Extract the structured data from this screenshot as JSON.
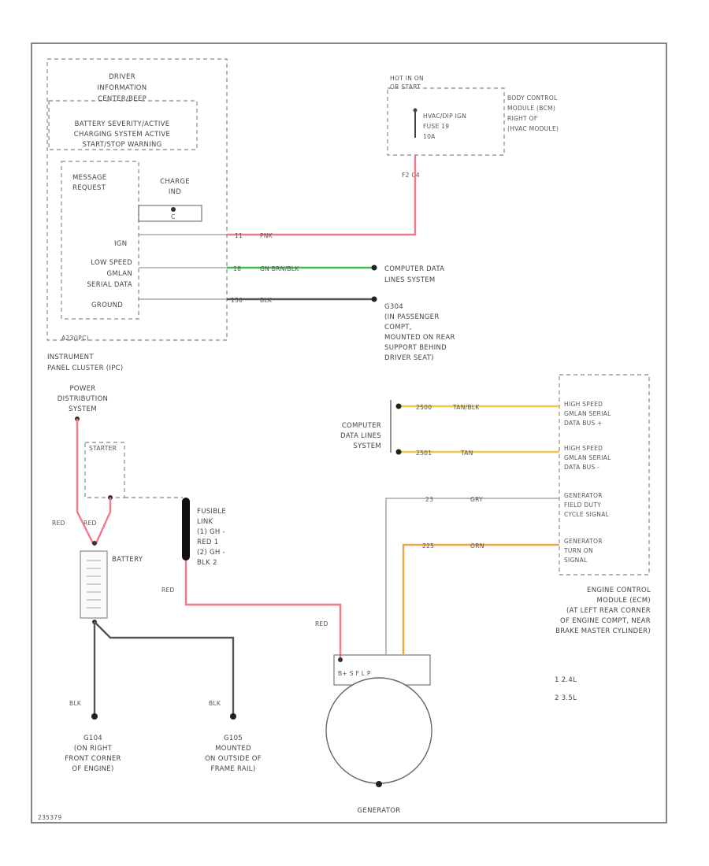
{
  "components": {
    "ipc": {
      "title": [
        "DRIVER",
        "INFORMATION",
        "CENTER/BEEP"
      ],
      "batt_msg": [
        "BATTERY SEVERITY/ACTIVE",
        "CHARGING SYSTEM ACTIVE",
        "START/STOP WARNING"
      ],
      "msg_request": [
        "MESSAGE",
        "REQUEST"
      ],
      "charge_ind": [
        "CHARGE",
        "IND"
      ],
      "ign": "IGN",
      "lsdata": [
        "LOW SPEED",
        "GMLAN",
        "SERIAL DATA"
      ],
      "ground": "GROUND",
      "part": "A23(IPC)",
      "name": [
        "INSTRUMENT",
        "PANEL CLUSTER (IPC)"
      ]
    },
    "fuse": {
      "hot": [
        "HOT IN ON",
        "OR START"
      ],
      "fuse": [
        "HVAC/DIP IGN",
        "FUSE 19",
        "10A"
      ],
      "bcm": [
        "BODY CONTROL",
        "MODULE (BCM)",
        "RIGHT OF",
        "(HVAC MODULE)"
      ],
      "pins": "F2    C4"
    },
    "ground_ipc": [
      "G304",
      "(IN PASSENGER",
      "COMPT,",
      "MOUNTED ON REAR",
      "SUPPORT BEHIND",
      "DRIVER SEAT)"
    ],
    "computer_lines_1": [
      "COMPUTER DATA",
      "LINES SYSTEM"
    ],
    "computer_lines_2": [
      "COMPUTER",
      "DATA LINES",
      "SYSTEM"
    ],
    "pds": [
      "POWER",
      "DISTRIBUTION",
      "SYSTEM"
    ],
    "starter": "STARTER",
    "battery": "BATTERY",
    "fusible": [
      "FUSIBLE",
      "LINK",
      "(1) GH -",
      "RED   1",
      "(2) GH -",
      "BLK   2"
    ],
    "g104": [
      "G104",
      "(ON RIGHT",
      "FRONT CORNER",
      "OF ENGINE)"
    ],
    "g105": [
      "G105",
      "MOUNTED",
      "ON OUTSIDE OF",
      "FRAME RAIL)"
    ],
    "generator": "GENERATOR",
    "gen_terms": "B+     S  F  L  P",
    "ecm_pins": [
      [
        "HIGH SPEED",
        "GMLAN SERIAL",
        "DATA BUS +"
      ],
      [
        "HIGH SPEED",
        "GMLAN SERIAL",
        "DATA BUS -"
      ],
      [
        "GENERATOR",
        "FIELD DUTY",
        "CYCLE SIGNAL"
      ],
      [
        "GENERATOR",
        "TURN ON",
        "SIGNAL"
      ]
    ],
    "ecm": [
      "ENGINE CONTROL",
      "MODULE (ECM)",
      "(AT LEFT REAR CORNER",
      "OF ENGINE COMPT, NEAR",
      "BRAKE MASTER CYLINDER)"
    ],
    "legend": [
      "1  2.4L",
      "2  3.5L"
    ],
    "doc_id": "235379"
  },
  "wires": {
    "pnk": "PNK",
    "gn_brn": "GN BRN/BLK",
    "blk": "BLK",
    "tan_blk": "TAN/BLK",
    "tan": "TAN",
    "gry": "GRY",
    "orn": "ORN",
    "red": "RED",
    "ckt_pnk": "11",
    "ckt_gn": "18",
    "ckt_blk": "150",
    "ckt_hs1": "2500",
    "ckt_hs2": "2501",
    "ckt_gry": "23",
    "ckt_orn": "225"
  },
  "colors": {
    "pink": "#f07a8a",
    "green": "#3cbf4c",
    "yellow": "#e9c84a",
    "orange": "#f2a444",
    "dark": "#555555",
    "black": "#222222"
  }
}
